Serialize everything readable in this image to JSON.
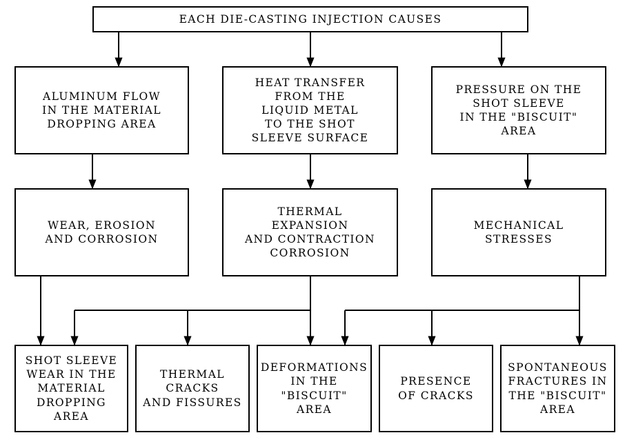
{
  "top": {
    "label": "EACH DIE-CASTING INJECTION CAUSES"
  },
  "causes": [
    {
      "label": "ALUMINUM FLOW\nIN THE MATERIAL\nDROPPING AREA"
    },
    {
      "label": "HEAT TRANSFER\nFROM THE\nLIQUID METAL\nTO THE SHOT\nSLEEVE SURFACE"
    },
    {
      "label": "PRESSURE ON THE\nSHOT SLEEVE\nIN THE \"BISCUIT\"\nAREA"
    }
  ],
  "effects": [
    {
      "label": "WEAR, EROSION\nAND CORROSION"
    },
    {
      "label": "THERMAL\nEXPANSION\nAND CONTRACTION\nCORROSION"
    },
    {
      "label": "MECHANICAL\nSTRESSES"
    }
  ],
  "outcomes": [
    {
      "label": "SHOT SLEEVE\nWEAR IN THE\nMATERIAL\nDROPPING\nAREA"
    },
    {
      "label": "THERMAL\nCRACKS\nAND FISSURES"
    },
    {
      "label": "DEFORMATIONS\nIN THE\n\"BISCUIT\"\nAREA"
    },
    {
      "label": "PRESENCE\nOF CRACKS"
    },
    {
      "label": "SPONTANEOUS\nFRACTURES IN\nTHE \"BISCUIT\"\nAREA"
    }
  ]
}
